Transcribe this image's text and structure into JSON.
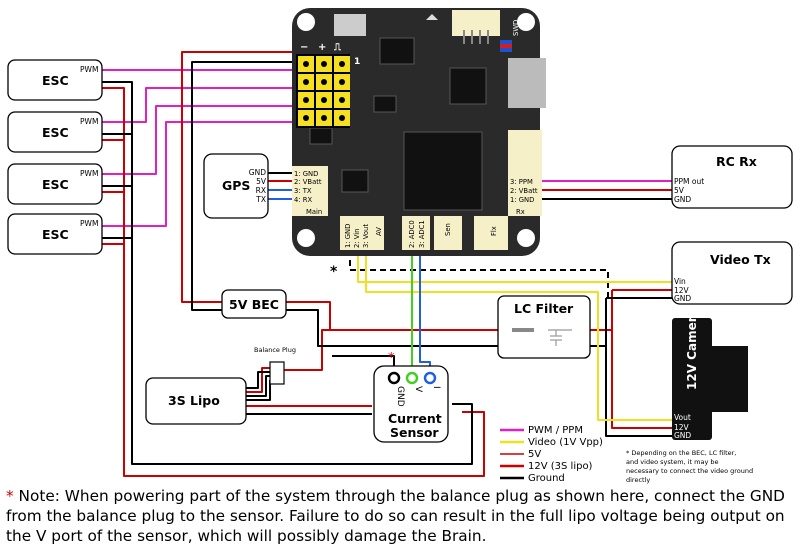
{
  "board": {
    "header_minus": "−",
    "header_plus": "+",
    "header_signal": "⎍",
    "pin_one": "1",
    "swd": "SWD",
    "rx": "Rx",
    "main": "Main",
    "av": "AV",
    "sen": "Sen",
    "flx": "Flx"
  },
  "rx_pads": [
    "3: PPM",
    "2: VBatt",
    "1: GND"
  ],
  "main_pads": [
    "1: GND",
    "2: VBatt",
    "3: TX",
    "4: RX"
  ],
  "av_pads": [
    "1: GND",
    "2: Vin",
    "3: Vout"
  ],
  "adc_pads": [
    "2: ADC0",
    "3: ADC1"
  ],
  "esc": {
    "label": "ESC",
    "pwm": "PWM"
  },
  "gps": {
    "label": "GPS",
    "pins": [
      "GND",
      "5V",
      "RX",
      "TX"
    ]
  },
  "rcrx": {
    "label": "RC Rx",
    "pins": [
      "PPM out",
      "5V",
      "GND"
    ]
  },
  "videotx": {
    "label": "Video Tx",
    "pins": [
      "Vin",
      "12V",
      "GND"
    ]
  },
  "bec": {
    "label": "5V BEC"
  },
  "lcfilter": {
    "label": "LC Filter"
  },
  "balance": {
    "label": "Balance Plug"
  },
  "lipo": {
    "label": "3S Lipo"
  },
  "camera": {
    "label": "12V Camera",
    "pins": [
      "Vout",
      "12V",
      "GND"
    ]
  },
  "sensor": {
    "label_line1": "Current",
    "label_line2": "Sensor",
    "pins": [
      "GND",
      "V",
      "I"
    ]
  },
  "asterisk": "*",
  "legend": [
    {
      "label": "PWM / PPM",
      "color": "#e020c0"
    },
    {
      "label": "Video (1V Vpp)",
      "color": "#f0e020"
    },
    {
      "label": "5V",
      "color": "#cc0000"
    },
    {
      "label": "12V (3S lipo)",
      "color": "#cc0000"
    },
    {
      "label": "Ground",
      "color": "#000000"
    }
  ],
  "footnote": [
    "* Depending on the BEC, LC filter,",
    "and video system, it may be",
    "necessary to connect the video ground",
    "directly"
  ],
  "note_star": "*",
  "note_text": " Note: When powering part of the system through the balance plug as shown here, connect the GND from the balance plug to the sensor. Failure to do so can result in the full lipo voltage being output on the V port of the sensor, which will possibly damage the Brain."
}
